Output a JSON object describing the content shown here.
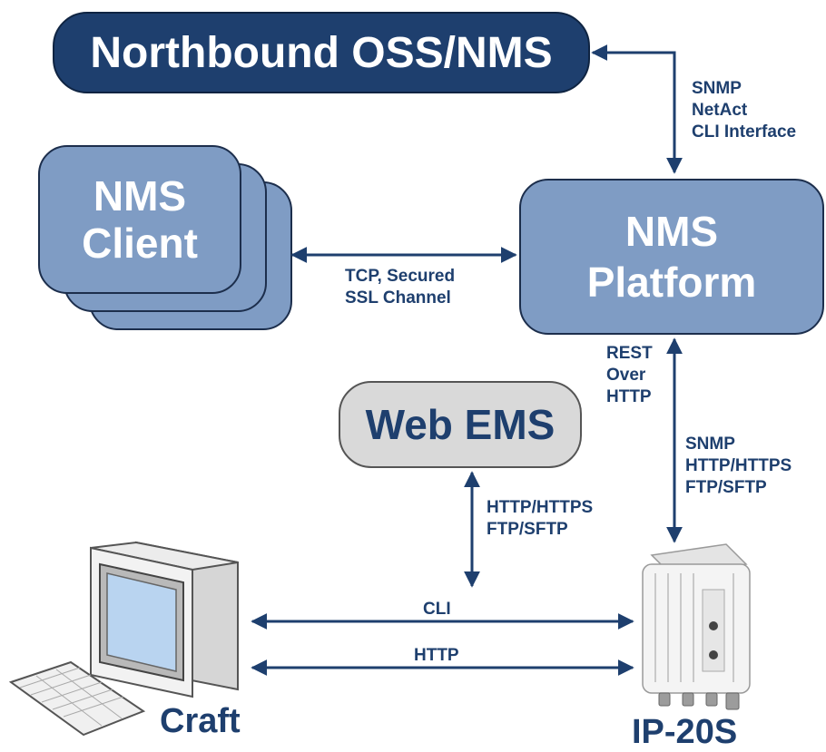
{
  "nodes": {
    "oss": "Northbound OSS/NMS",
    "client_line1": "NMS",
    "client_line2": "Client",
    "platform_line1": "NMS",
    "platform_line2": "Platform",
    "webems": "Web EMS",
    "craft": "Craft",
    "ip20s": "IP-20S"
  },
  "links": {
    "oss_platform": [
      "SNMP",
      "NetAct",
      "CLI Interface"
    ],
    "client_platform": [
      "TCP, Secured",
      "SSL Channel"
    ],
    "platform_rest": [
      "REST",
      "Over",
      "HTTP"
    ],
    "platform_ip20s": [
      "SNMP",
      "HTTP/HTTPS",
      "FTP/SFTP"
    ],
    "webems_craft": [
      "HTTP/HTTPS",
      "FTP/SFTP"
    ],
    "craft_ip20s_cli": "CLI",
    "craft_ip20s_http": "HTTP"
  },
  "colors": {
    "dark_navy": "#1e3f6e",
    "box_blue": "#7f9cc4",
    "box_gray": "#d9d9d9"
  }
}
